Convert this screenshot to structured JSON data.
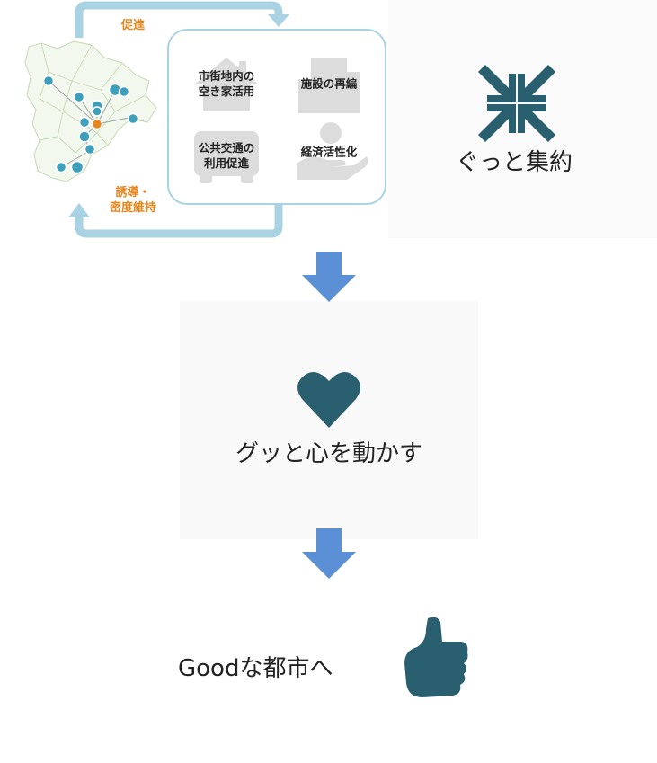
{
  "colors": {
    "accent_dark": "#2a5f70",
    "arrow_blue": "#5b8fd6",
    "loop_arrow": "#a9d3e3",
    "label_orange": "#e8861e",
    "map_node": "#3e9fbb",
    "map_center": "#e8861e",
    "icon_gray": "#dcdcdc"
  },
  "cycle": {
    "top_label": "促進",
    "bottom_label_line1": "誘導・",
    "bottom_label_line2": "密度維持"
  },
  "policies": [
    {
      "line1": "市街地内の",
      "line2": "空き家活用",
      "icon": "house-icon"
    },
    {
      "line1": "施設の再編",
      "line2": "",
      "icon": "building-icon"
    },
    {
      "line1": "公共交通の",
      "line2": "利用促進",
      "icon": "bus-icon"
    },
    {
      "line1": "経済活性化",
      "line2": "",
      "icon": "yen-hand-icon"
    }
  ],
  "steps": [
    {
      "text": "ぐっと集約",
      "icon": "compress-arrows-icon"
    },
    {
      "text": "グッと心を動かす",
      "icon": "heart-icon"
    },
    {
      "text": "Goodな都市へ",
      "icon": "thumbs-up-icon"
    }
  ]
}
